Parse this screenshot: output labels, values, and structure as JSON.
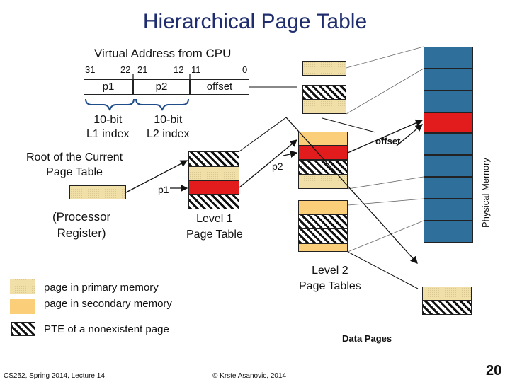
{
  "title": "Hierarchical Page Table",
  "virtual_address": {
    "heading": "Virtual Address from CPU",
    "bits": {
      "b31": "31",
      "b22": "22",
      "b21": "21",
      "b12": "12",
      "b11": "11",
      "b0": "0"
    },
    "fields": {
      "p1": "p1",
      "p2": "p2",
      "offset": "offset"
    },
    "index_labels": {
      "l1": "10-bit\nL1 index",
      "l2": "10-bit\nL2 index"
    }
  },
  "root": {
    "label": "Root of the Current\nPage Table",
    "register": "(Processor\nRegister)"
  },
  "level1": {
    "label": "Level 1\nPage Table",
    "p1": "p1"
  },
  "level2": {
    "label": "Level 2\nPage Tables",
    "p2": "p2"
  },
  "offset_label": "offset",
  "data_pages": "Data Pages",
  "physical_memory": "Physical Memory",
  "legend": {
    "primary": "page in primary memory",
    "secondary": "page in secondary memory",
    "nonexistent": "PTE of a nonexistent page"
  },
  "footer": {
    "left": "CS252, Spring 2014, Lecture 14",
    "center": "© Krste Asanovic, 2014",
    "page_number": "20"
  },
  "colors": {
    "title": "#1f2d6e",
    "primary": "#f0e0a8",
    "secondary": "#fbcf7a",
    "red": "#e21c1c",
    "blue": "#2f6f9c"
  }
}
